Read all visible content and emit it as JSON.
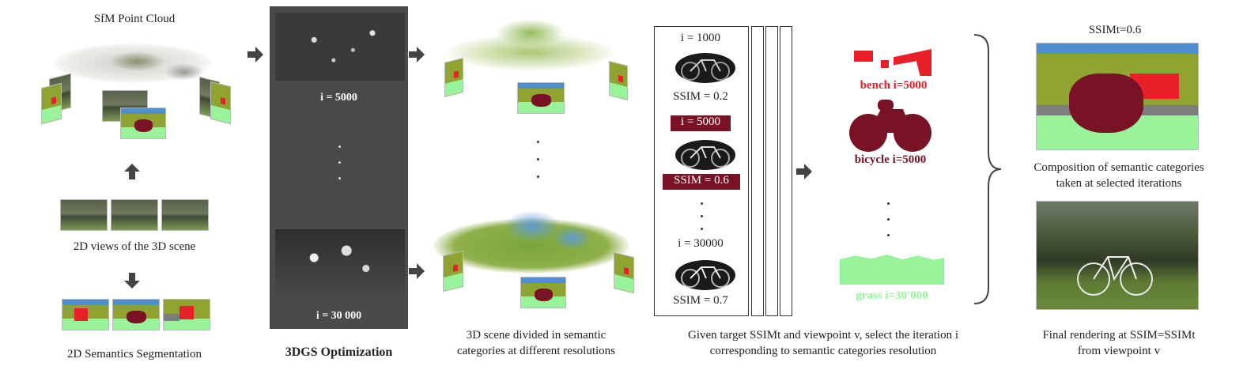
{
  "colors": {
    "bicycle": "#7a1226",
    "bench": "#e8202a",
    "grass": "#98f39a",
    "vegetation": "#8fa330",
    "sky": "#4f8fd0",
    "road": "#7d7d7d",
    "panel": "#4a4a4a",
    "arrow": "#444444"
  },
  "col1": {
    "title": "SfM Point Cloud",
    "views_caption": "2D views of the 3D scene",
    "seg_caption": "2D Semantics Segmentation"
  },
  "col2": {
    "label_top": "i = 5000",
    "label_bottom": "i = 30 000",
    "caption": "3DGS Optimization"
  },
  "col3": {
    "caption_line1": "3D scene divided in semantic",
    "caption_line2": "categories at different resolutions"
  },
  "col4": {
    "iter_1000": "i  = 1000",
    "ssim_02": "SSIM = 0.2",
    "iter_5000": "i  = 5000",
    "ssim_06": "SSIM = 0.6",
    "iter_30000": "i  = 30000",
    "ssim_07": "SSIM = 0.7",
    "caption_line1": "Given target SSIMt and viewpoint v, select the iteration i",
    "caption_line2": "corresponding to semantic categories resolution"
  },
  "col5": {
    "bench_label": "bench i=5000",
    "bicycle_label": "bicycle i=5000",
    "grass_label": "grass i=30'000"
  },
  "col6": {
    "ssim_title": "SSIMt=0.6",
    "composition_line1": "Composition of semantic categories",
    "composition_line2": "taken at selected iterations",
    "final_line1": "Final rendering at SSIM=SSIMt",
    "final_line2": "from viewpoint v"
  }
}
